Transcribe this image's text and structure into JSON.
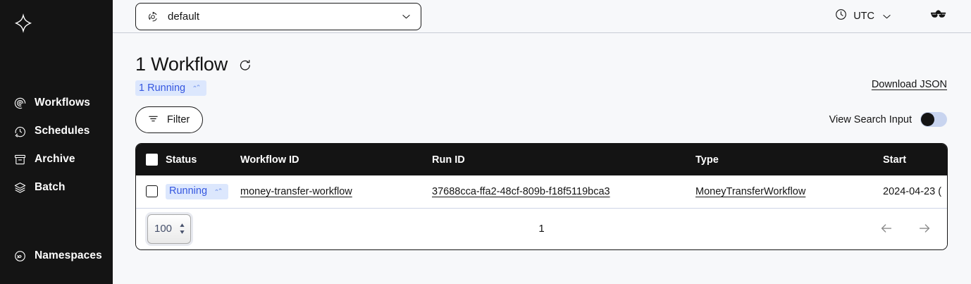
{
  "sidebar": {
    "logo_icon": "temporal-logo-icon",
    "items": [
      {
        "label": "Workflows",
        "icon": "workflows-icon"
      },
      {
        "label": "Schedules",
        "icon": "schedules-clock-icon"
      },
      {
        "label": "Archive",
        "icon": "archive-box-icon"
      },
      {
        "label": "Batch",
        "icon": "batch-layers-icon"
      }
    ],
    "bottom_items": [
      {
        "label": "Namespaces",
        "icon": "namespaces-icon"
      }
    ]
  },
  "topbar": {
    "namespace_label": "default",
    "namespace_icon": "namespace-icon",
    "namespace_chevron_icon": "chevron-down-icon",
    "timezone_label": "UTC",
    "timezone_icon": "clock-icon",
    "timezone_chevron_icon": "chevron-down-icon",
    "codec_icon": "sunglasses-codec-icon"
  },
  "header": {
    "title": "1 Workflow",
    "refresh_icon": "refresh-icon",
    "download_json_label": "Download JSON",
    "status_badge": {
      "label": "1 Running",
      "icon": "running-spinner-icon",
      "bg_color": "#dce7fd",
      "text_color": "#3557e0"
    }
  },
  "toolbar": {
    "filter_label": "Filter",
    "filter_icon": "filter-lines-icon",
    "view_search_input_label": "View Search Input",
    "view_search_input_on": false
  },
  "table": {
    "columns": [
      {
        "key": "status",
        "label": "Status"
      },
      {
        "key": "workflow_id",
        "label": "Workflow ID"
      },
      {
        "key": "run_id",
        "label": "Run ID"
      },
      {
        "key": "type",
        "label": "Type"
      },
      {
        "key": "start",
        "label": "Start"
      }
    ],
    "rows": [
      {
        "status": "Running",
        "status_icon": "running-spinner-icon",
        "workflow_id": "money-transfer-workflow",
        "run_id": "37688cca-ffa2-48cf-809b-f18f5119bca3",
        "type": "MoneyTransferWorkflow",
        "start": "2024-04-23 ("
      }
    ],
    "header_bg": "#141414",
    "select_all_icon": "checkbox-unchecked-icon",
    "row_checkbox_icon": "checkbox-unchecked-icon"
  },
  "pagination": {
    "page_size": "100",
    "page_size_options": [
      "100"
    ],
    "page_indicator": "1",
    "prev_icon": "arrow-left-icon",
    "next_icon": "arrow-right-icon"
  }
}
